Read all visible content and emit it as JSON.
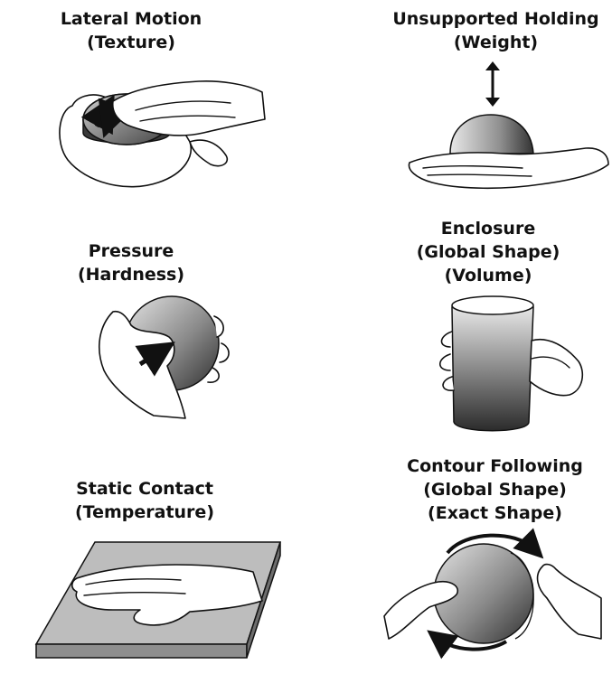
{
  "panels": [
    {
      "id": "lateral-motion",
      "lines": [
        "Lateral Motion",
        "(Texture)"
      ]
    },
    {
      "id": "unsupported-holding",
      "lines": [
        "Unsupported Holding",
        "(Weight)"
      ]
    },
    {
      "id": "pressure",
      "lines": [
        "Pressure",
        "(Hardness)"
      ]
    },
    {
      "id": "enclosure",
      "lines": [
        "Enclosure",
        "(Global Shape)",
        "(Volume)"
      ]
    },
    {
      "id": "static-contact",
      "lines": [
        "Static Contact",
        "(Temperature)"
      ]
    },
    {
      "id": "contour-following",
      "lines": [
        "Contour Following",
        "(Global Shape)",
        "(Exact Shape)"
      ]
    }
  ],
  "icons": {
    "lateral-motion": "hand-rubbing-object-icon",
    "unsupported-holding": "hand-holding-object-icon",
    "pressure": "hand-pressing-object-icon",
    "enclosure": "hand-enclosing-cylinder-icon",
    "static-contact": "hand-on-flat-surface-icon",
    "contour-following": "hands-tracing-sphere-icon"
  }
}
